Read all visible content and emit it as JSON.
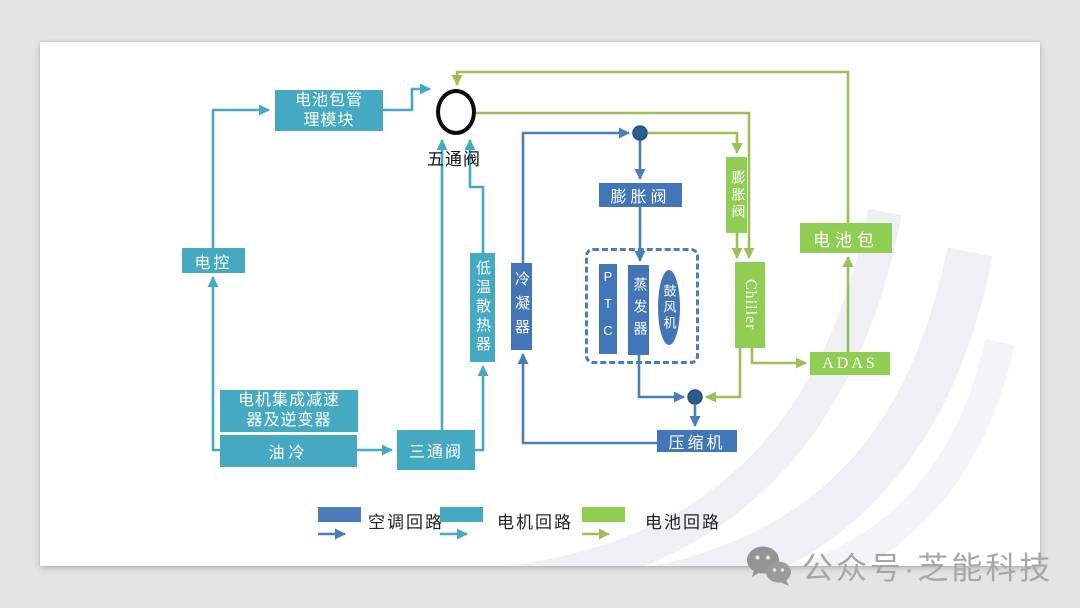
{
  "colors": {
    "motor": "#45a9c2",
    "ac_line": "#4a7ebb",
    "ac_box": "#4276b6",
    "battery_line": "#9cbf57",
    "battery_box": "#8fce52",
    "junction": "#2c5d8d"
  },
  "diagram": {
    "nodes": {
      "battery_mgmt": {
        "line1": "电池包管",
        "line2": "理模块"
      },
      "motor_controller": {
        "label": "电控"
      },
      "motor_assembly": {
        "line1": "电机集成减速",
        "line2": "器及逆变器"
      },
      "oil_cooling": {
        "label": "油冷"
      },
      "three_way_valve": {
        "label": "三通阀"
      },
      "five_way_valve": {
        "label": "五通阀"
      },
      "lt_radiator": {
        "label": "低温散热器"
      },
      "condenser": {
        "label": "冷凝器"
      },
      "expansion_valve_ac": {
        "label": "膨胀阀"
      },
      "ptc": {
        "label": "PTC"
      },
      "evaporator": {
        "label": "蒸发器"
      },
      "blower": {
        "label": "鼓风机"
      },
      "compressor": {
        "label": "压缩机"
      },
      "expansion_valve_battery": {
        "label": "膨胀阀"
      },
      "chiller": {
        "label": "Chiller"
      },
      "battery_pack": {
        "label": "电池包"
      },
      "adas": {
        "label": "ADAS"
      }
    },
    "legend": [
      {
        "id": "ac",
        "label": "空调回路",
        "color": "#4a7ebb"
      },
      {
        "id": "motor",
        "label": "电机回路",
        "color": "#45a9c2"
      },
      {
        "id": "battery",
        "label": "电池回路",
        "color": "#8fce52"
      }
    ]
  },
  "watermark": {
    "text": "公众号·芝能科技"
  }
}
